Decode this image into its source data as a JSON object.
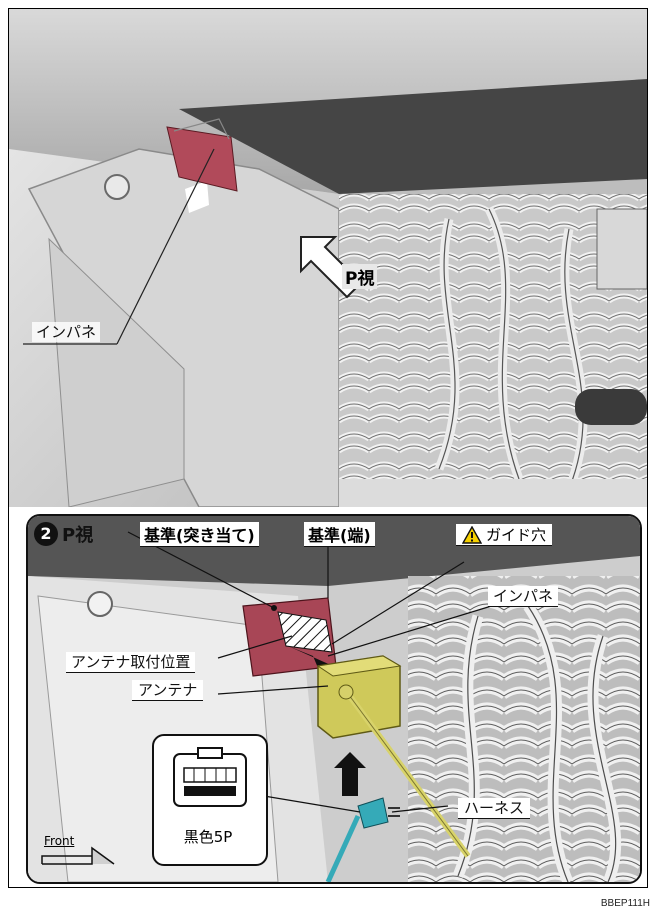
{
  "top_view": {
    "labels": {
      "instrument_panel": "インパネ",
      "view_p": "P視"
    }
  },
  "detail_view": {
    "step_number": "2",
    "title": "P視",
    "labels": {
      "reference_abut": "基準(突き当て)",
      "reference_edge": "基準(端)",
      "guide_hole": "ガイド穴",
      "instrument_panel": "インパネ",
      "antenna_position": "アンテナ取付位置",
      "antenna": "アンテナ",
      "harness": "ハーネス",
      "connector_color": "黒色5P",
      "front": "Front"
    },
    "warning_icon": "warning-triangle-icon"
  },
  "figure_code": "BBEP111H"
}
